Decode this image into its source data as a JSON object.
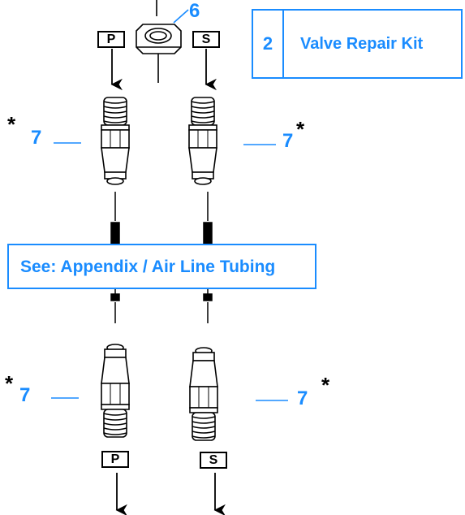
{
  "callouts": {
    "nut": "6",
    "fitting_top_left": "7",
    "fitting_top_right": "7",
    "fitting_bottom_left": "7",
    "fitting_bottom_right": "7"
  },
  "asterisk": "*",
  "ports": {
    "top_left": "P",
    "top_right": "S",
    "bottom_left": "P",
    "bottom_right": "S"
  },
  "kit": {
    "quantity": "2",
    "name": "Valve Repair Kit"
  },
  "tubing_note": "See: Appendix / Air Line Tubing",
  "colors": {
    "callout": "#1a8cff",
    "line_art": "#000000"
  },
  "icons": [
    "hex-nut-icon",
    "fitting-icon",
    "arrow-down-icon",
    "tubing-icon"
  ]
}
